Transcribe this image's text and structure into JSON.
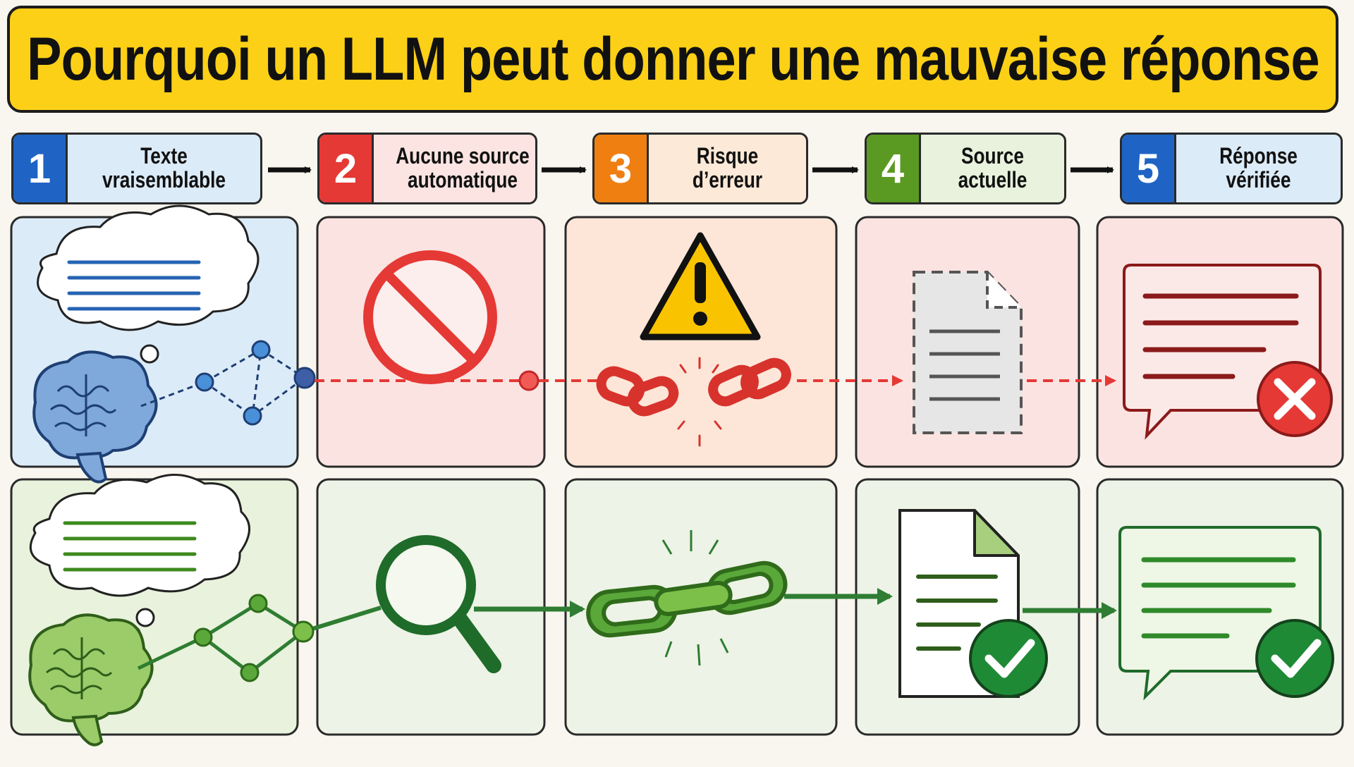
{
  "title": "Pourquoi un LLM peut donner une mauvaise réponse",
  "steps": [
    {
      "number": "1",
      "label": "Texte vraisemblable",
      "color": "#1f64c4",
      "bg": "#dcebf8"
    },
    {
      "number": "2",
      "label": "Aucune source automatique",
      "color": "#e53935",
      "bg": "#fbe4e2"
    },
    {
      "number": "3",
      "label": "Risque d’erreur",
      "color": "#f07f12",
      "bg": "#fde9d7"
    },
    {
      "number": "4",
      "label": "Source actuelle",
      "color": "#5a9a22",
      "bg": "#e8f2dc"
    },
    {
      "number": "5",
      "label": "Réponse vérifiée",
      "color": "#1f64c4",
      "bg": "#dcebf8"
    }
  ],
  "rows": [
    {
      "name": "incorrect-path",
      "tone": "red",
      "icons": [
        "thought-bubble-icon",
        "brain-icon",
        "prohibited-icon",
        "warning-icon",
        "broken-chain-icon",
        "missing-document-icon",
        "chat-bubble-error-icon",
        "cross-icon"
      ]
    },
    {
      "name": "verified-path",
      "tone": "green",
      "icons": [
        "thought-bubble-icon",
        "brain-icon",
        "magnifier-icon",
        "chain-icon",
        "document-icon",
        "check-icon",
        "chat-bubble-icon",
        "check-icon"
      ]
    }
  ],
  "colors": {
    "title_bg": "#fbd017",
    "error": "#e53935",
    "success": "#2e7d32",
    "outline": "#2a2a2a"
  }
}
